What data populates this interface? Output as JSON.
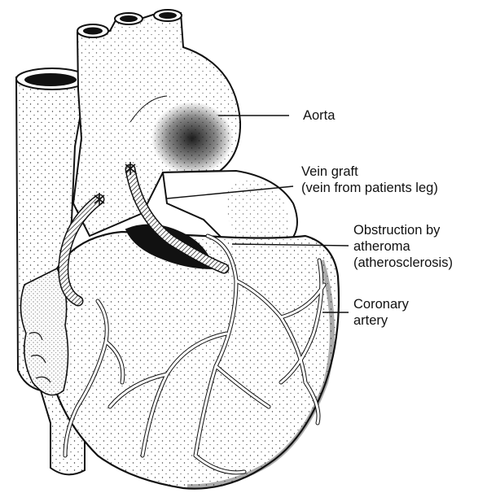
{
  "labels": {
    "aorta": [
      "Aorta"
    ],
    "vein_graft": [
      "Vein graft",
      "(vein from patients leg)"
    ],
    "obstruction": [
      "Obstruction by",
      "atheroma",
      "(atherosclerosis)"
    ],
    "coronary": [
      "Coronary",
      "artery"
    ]
  },
  "colors": {
    "ink": "#111111",
    "background": "#ffffff"
  }
}
